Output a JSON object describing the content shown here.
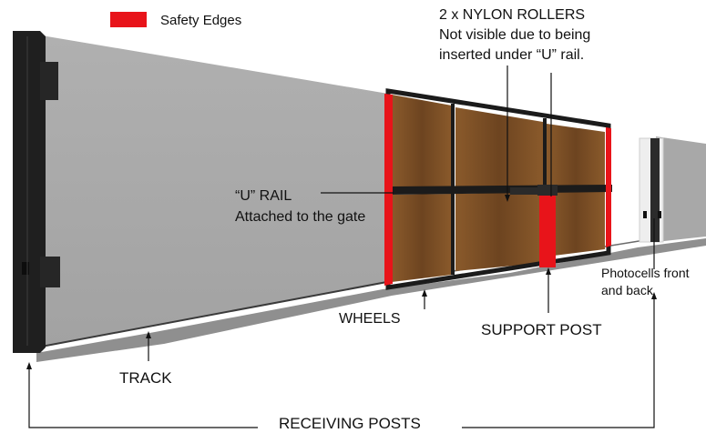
{
  "legend": {
    "swatch_color": "#e8141a",
    "label": "Safety Edges"
  },
  "labels": {
    "rollers_line1": "2 x NYLON ROLLERS",
    "rollers_line2": "Not visible due to being",
    "rollers_line3": "inserted under “U” rail.",
    "u_rail_line1": "“U” RAIL",
    "u_rail_line2": "Attached to the gate",
    "photocells_line1": "Photocells front",
    "photocells_line2": "and back",
    "wheels": "WHEELS",
    "support_post": "SUPPORT POST",
    "track": "TRACK",
    "receiving_posts": "RECEIVING POSTS"
  },
  "colors": {
    "wall": "#a7a7a7",
    "wall_shadow": "#8d8d8d",
    "post": "#2b2b2b",
    "frame": "#1c1c1c",
    "wood_light": "#8a5a2b",
    "wood_dark": "#5e3a18",
    "safety_edge": "#e8141a",
    "photocell_post": "#eeeeee"
  }
}
